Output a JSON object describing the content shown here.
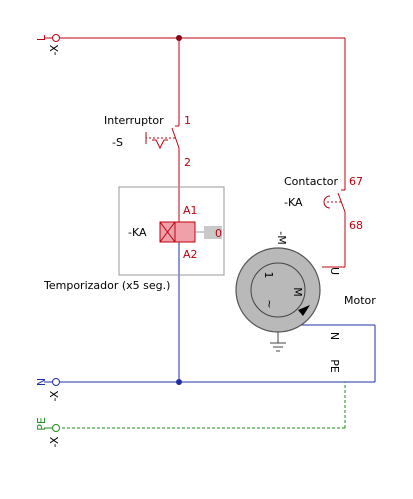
{
  "colors": {
    "live": "#c0000f",
    "neutral": "#1f2fa8",
    "earth": "#1e8c1e",
    "box": "#9a9a9a",
    "motor_fill": "#b9b9b9"
  },
  "terminals": {
    "l_terminal": "-X",
    "l_wire": "L",
    "n_terminal": "-X",
    "n_wire": "N",
    "pe_terminal": "-X",
    "pe_wire": "PE"
  },
  "switch": {
    "name": "Interruptor",
    "tag": "-S",
    "pin_top": "1",
    "pin_bottom": "2"
  },
  "timer": {
    "name": "Temporizador (x5 seg.)",
    "tag": "-KA",
    "pin_a1": "A1",
    "pin_a2": "A2",
    "value": "0"
  },
  "contactor": {
    "name": "Contactor",
    "tag": "-KA",
    "pin_top": "67",
    "pin_bottom": "68"
  },
  "motor": {
    "name": "Motor",
    "tag": "-M",
    "symbol": "M",
    "phase": "1",
    "tilde": "~",
    "term_u": "U",
    "term_n": "N",
    "term_pe": "PE"
  }
}
